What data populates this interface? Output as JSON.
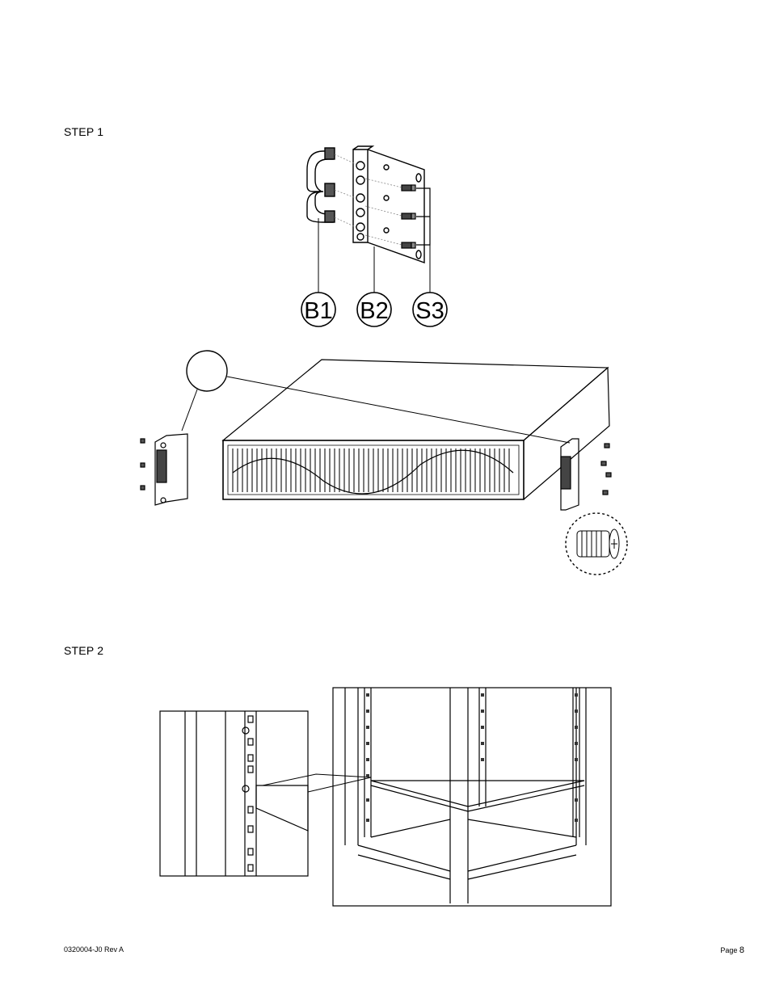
{
  "steps": {
    "step1_label": "STEP 1",
    "step2_label": "STEP 2"
  },
  "callouts": {
    "b1": "B1",
    "b2": "B2",
    "s3": "S3"
  },
  "footer": {
    "doc_id": "0320004-J0   Rev A",
    "page_prefix": "Page ",
    "page_number": "8"
  }
}
